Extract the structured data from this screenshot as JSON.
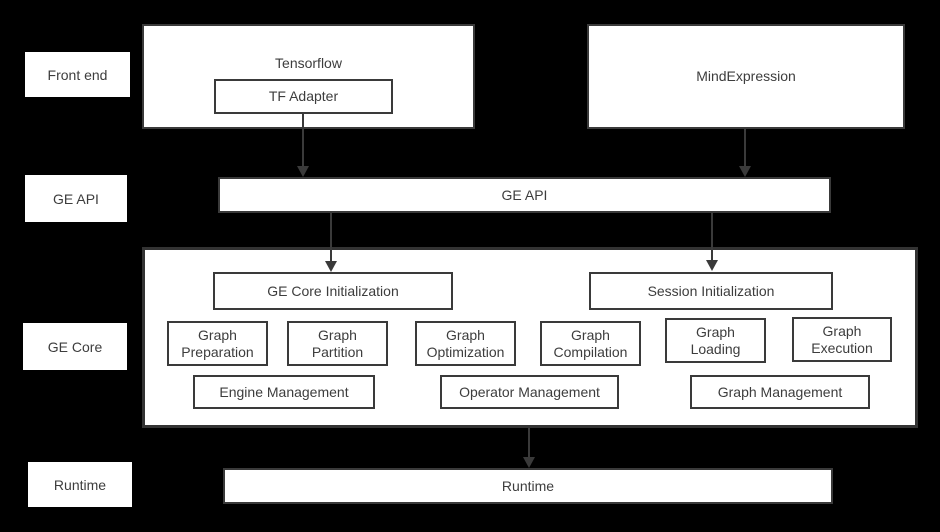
{
  "colors": {
    "background": "#000000",
    "box_fill": "#ffffff",
    "border": "#3a3a3a",
    "text": "#3d3d3d",
    "arrow": "#3a3a3a"
  },
  "layers": {
    "front_end_label": "Front end",
    "ge_api_label": "GE API",
    "ge_core_label": "GE Core",
    "runtime_label": "Runtime"
  },
  "front_end": {
    "tensorflow_label": "Tensorflow",
    "tf_adapter_label": "TF Adapter",
    "mind_expression_label": "MindExpression"
  },
  "ge_api": {
    "bar_label": "GE API"
  },
  "ge_core": {
    "init_label": "GE Core Initialization",
    "session_label": "Session Initialization",
    "pipeline": [
      {
        "line1": "Graph",
        "line2": "Preparation"
      },
      {
        "line1": "Graph",
        "line2": "Partition"
      },
      {
        "line1": "Graph",
        "line2": "Optimization"
      },
      {
        "line1": "Graph",
        "line2": "Compilation"
      },
      {
        "line1": "Graph",
        "line2": "Loading"
      },
      {
        "line1": "Graph",
        "line2": "Execution"
      }
    ],
    "management": [
      "Engine Management",
      "Operator Management",
      "Graph Management"
    ]
  },
  "runtime": {
    "bar_label": "Runtime"
  }
}
